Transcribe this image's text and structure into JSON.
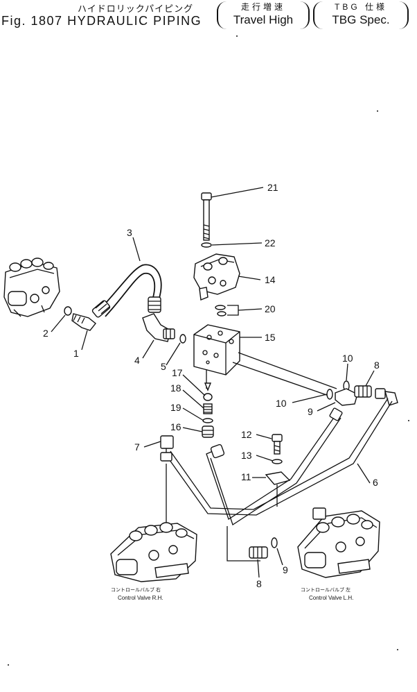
{
  "title": {
    "japanese": "ハイドロリックパイピング",
    "figure": "Fig. 1807",
    "english": "HYDRAULIC PIPING",
    "travel_jp": "走行増速",
    "travel_en": "Travel High",
    "tbg_jp": "TBG 仕様",
    "tbg_en": "TBG Spec."
  },
  "callouts": [
    "21",
    "22",
    "3",
    "14",
    "20",
    "2",
    "1",
    "15",
    "4",
    "5",
    "10",
    "8",
    "17",
    "18",
    "10",
    "9",
    "19",
    "16",
    "12",
    "13",
    "7",
    "11",
    "6",
    "9",
    "8"
  ],
  "control_valves": {
    "rh": {
      "jp": "コントロールバルブ 右",
      "en": "Control Valve  R.H."
    },
    "lh": {
      "jp": "コントロールバルブ 左",
      "en": "Control Valve  L.H."
    }
  }
}
